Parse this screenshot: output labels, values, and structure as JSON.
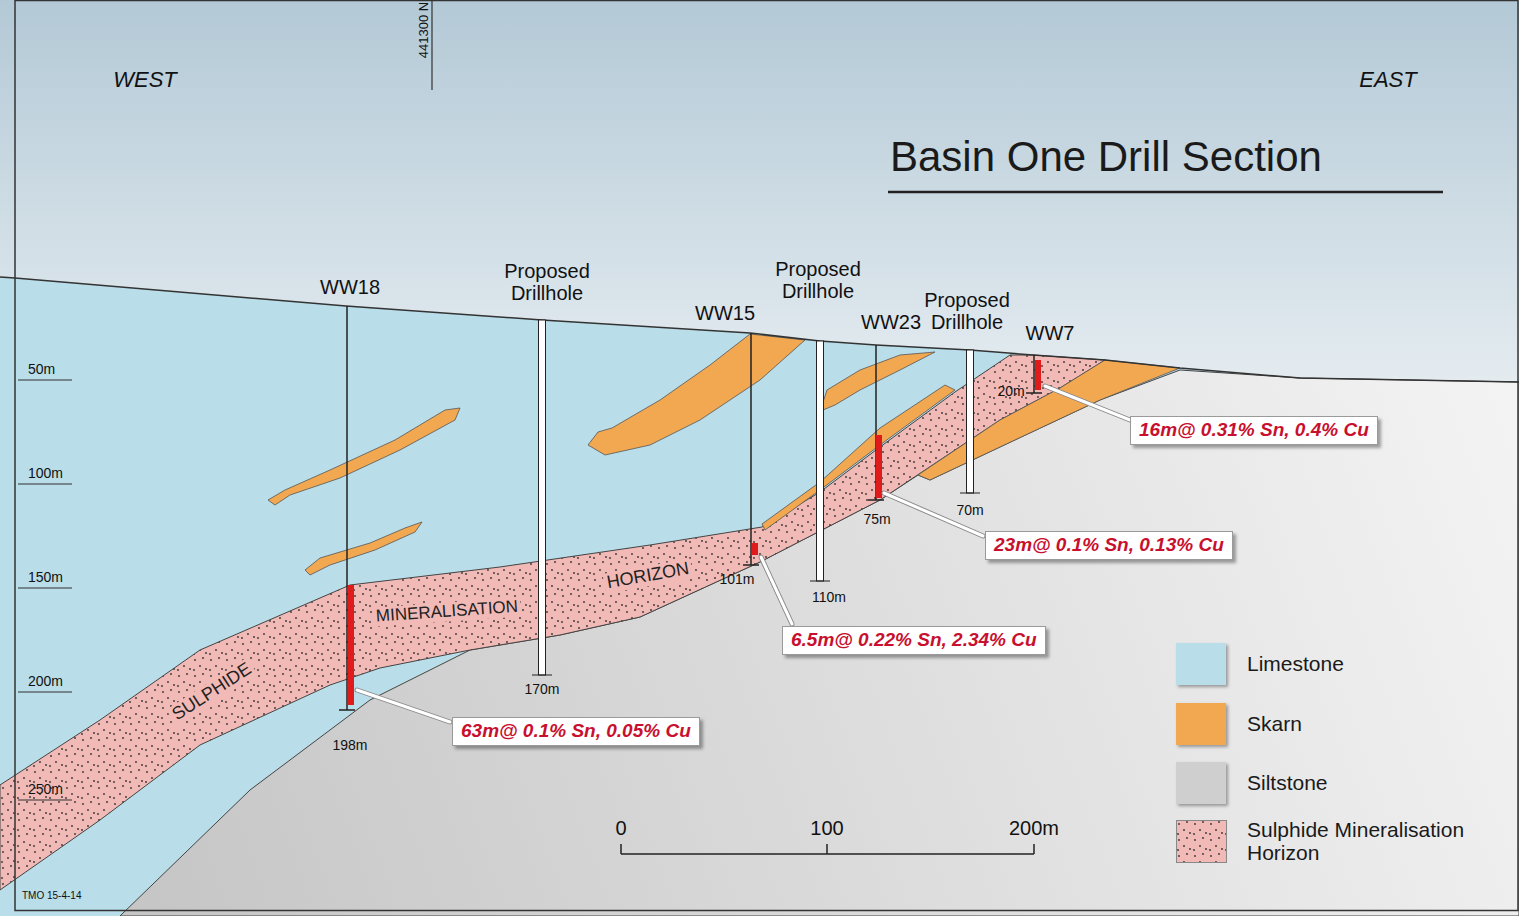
{
  "diagram": {
    "title": "Basin One Drill Section",
    "nodes": [
      {
        "text": [
          "16m@ 0.31% Sn, 0.4% Cu"
        ]
      },
      {
        "text": [
          "23m@ 0.1% Sn, 0.13% Cu"
        ]
      },
      {
        "text": [
          "6.5m@ 0.22% Sn, 2.34% Cu"
        ]
      },
      {
        "text": [
          "63m@ 0.1% Sn, 0.05% Cu"
        ]
      }
    ],
    "labels": [
      "WEST",
      "EAST",
      "441300 N",
      "WW18",
      "Proposed Drillhole",
      "WW15",
      "Proposed Drillhole",
      "WW23",
      "Proposed Drillhole",
      "WW7",
      "50m",
      "100m",
      "150m",
      "200m",
      "250m",
      "20m",
      "198m",
      "170m",
      "101m",
      "110m",
      "75m",
      "70m",
      "SULPHIDE",
      "MINERALISATION",
      "HORIZON",
      "0",
      "100",
      "200m",
      "TMO 15-4-14"
    ],
    "legend": [
      {
        "text": "Limestone",
        "color": "#b9dde9"
      },
      {
        "text": "Skarn",
        "color": "#f1a851"
      },
      {
        "text": "Siltstone",
        "color": "#cfcfcf"
      },
      {
        "text": "Sulphide Mineralisation Horizon"
      }
    ]
  }
}
